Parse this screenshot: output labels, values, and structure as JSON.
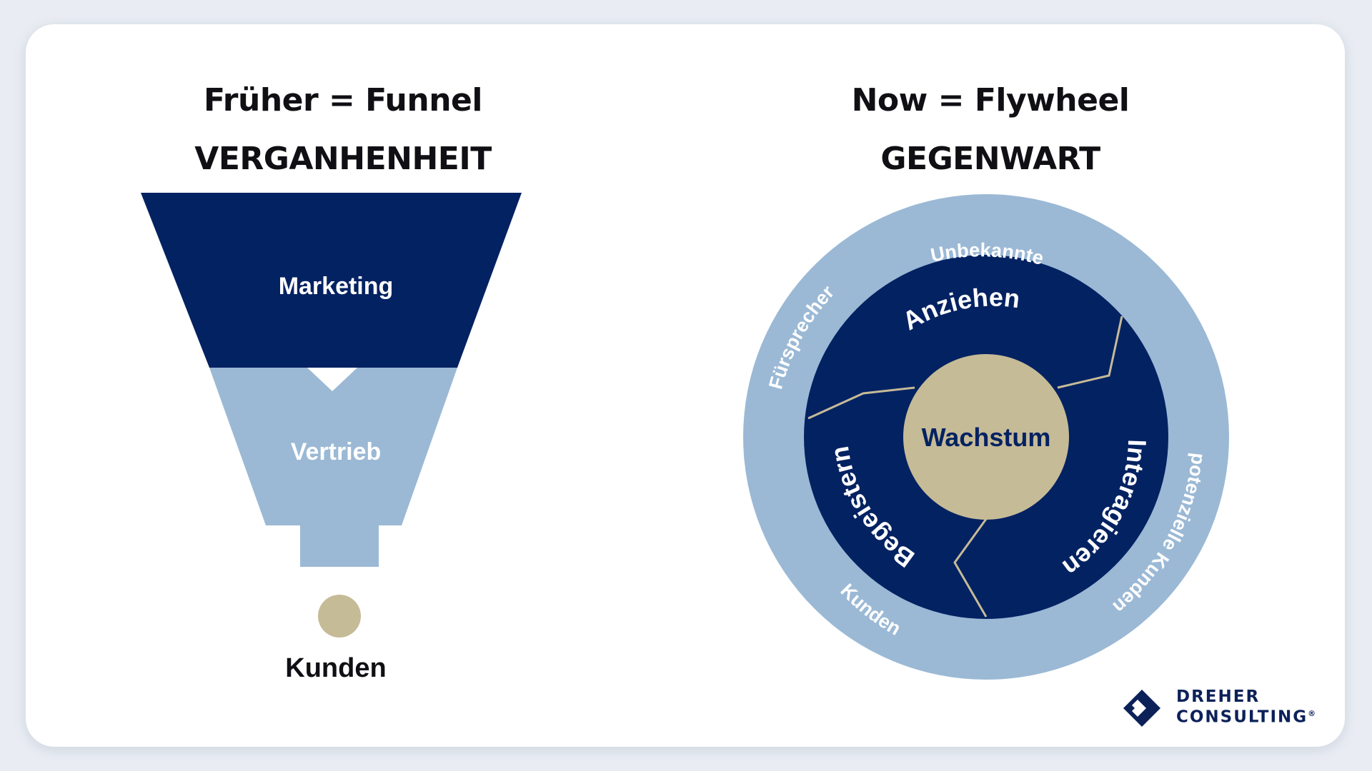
{
  "funnel": {
    "title": "Früher = Funnel",
    "subtitle": "VERGANHENHEIT",
    "stages": [
      "Marketing",
      "Vertrieb"
    ],
    "result": "Kunden"
  },
  "flywheel": {
    "title": "Now = Flywheel",
    "subtitle": "GEGENWART",
    "center": "Wachstum",
    "inner": [
      "Anziehen",
      "Interagieren",
      "Begeistern"
    ],
    "outer": [
      "Unbekannte",
      "potenzielle Kunden",
      "Kunden",
      "Fürsprecher"
    ]
  },
  "logo": {
    "line1": "DREHER",
    "line2": "CONSULTING",
    "mark": "®"
  },
  "colors": {
    "navy": "#032262",
    "light_blue": "#9bb9d5",
    "gold": "#c6bb97",
    "background": "#e9edf3"
  }
}
